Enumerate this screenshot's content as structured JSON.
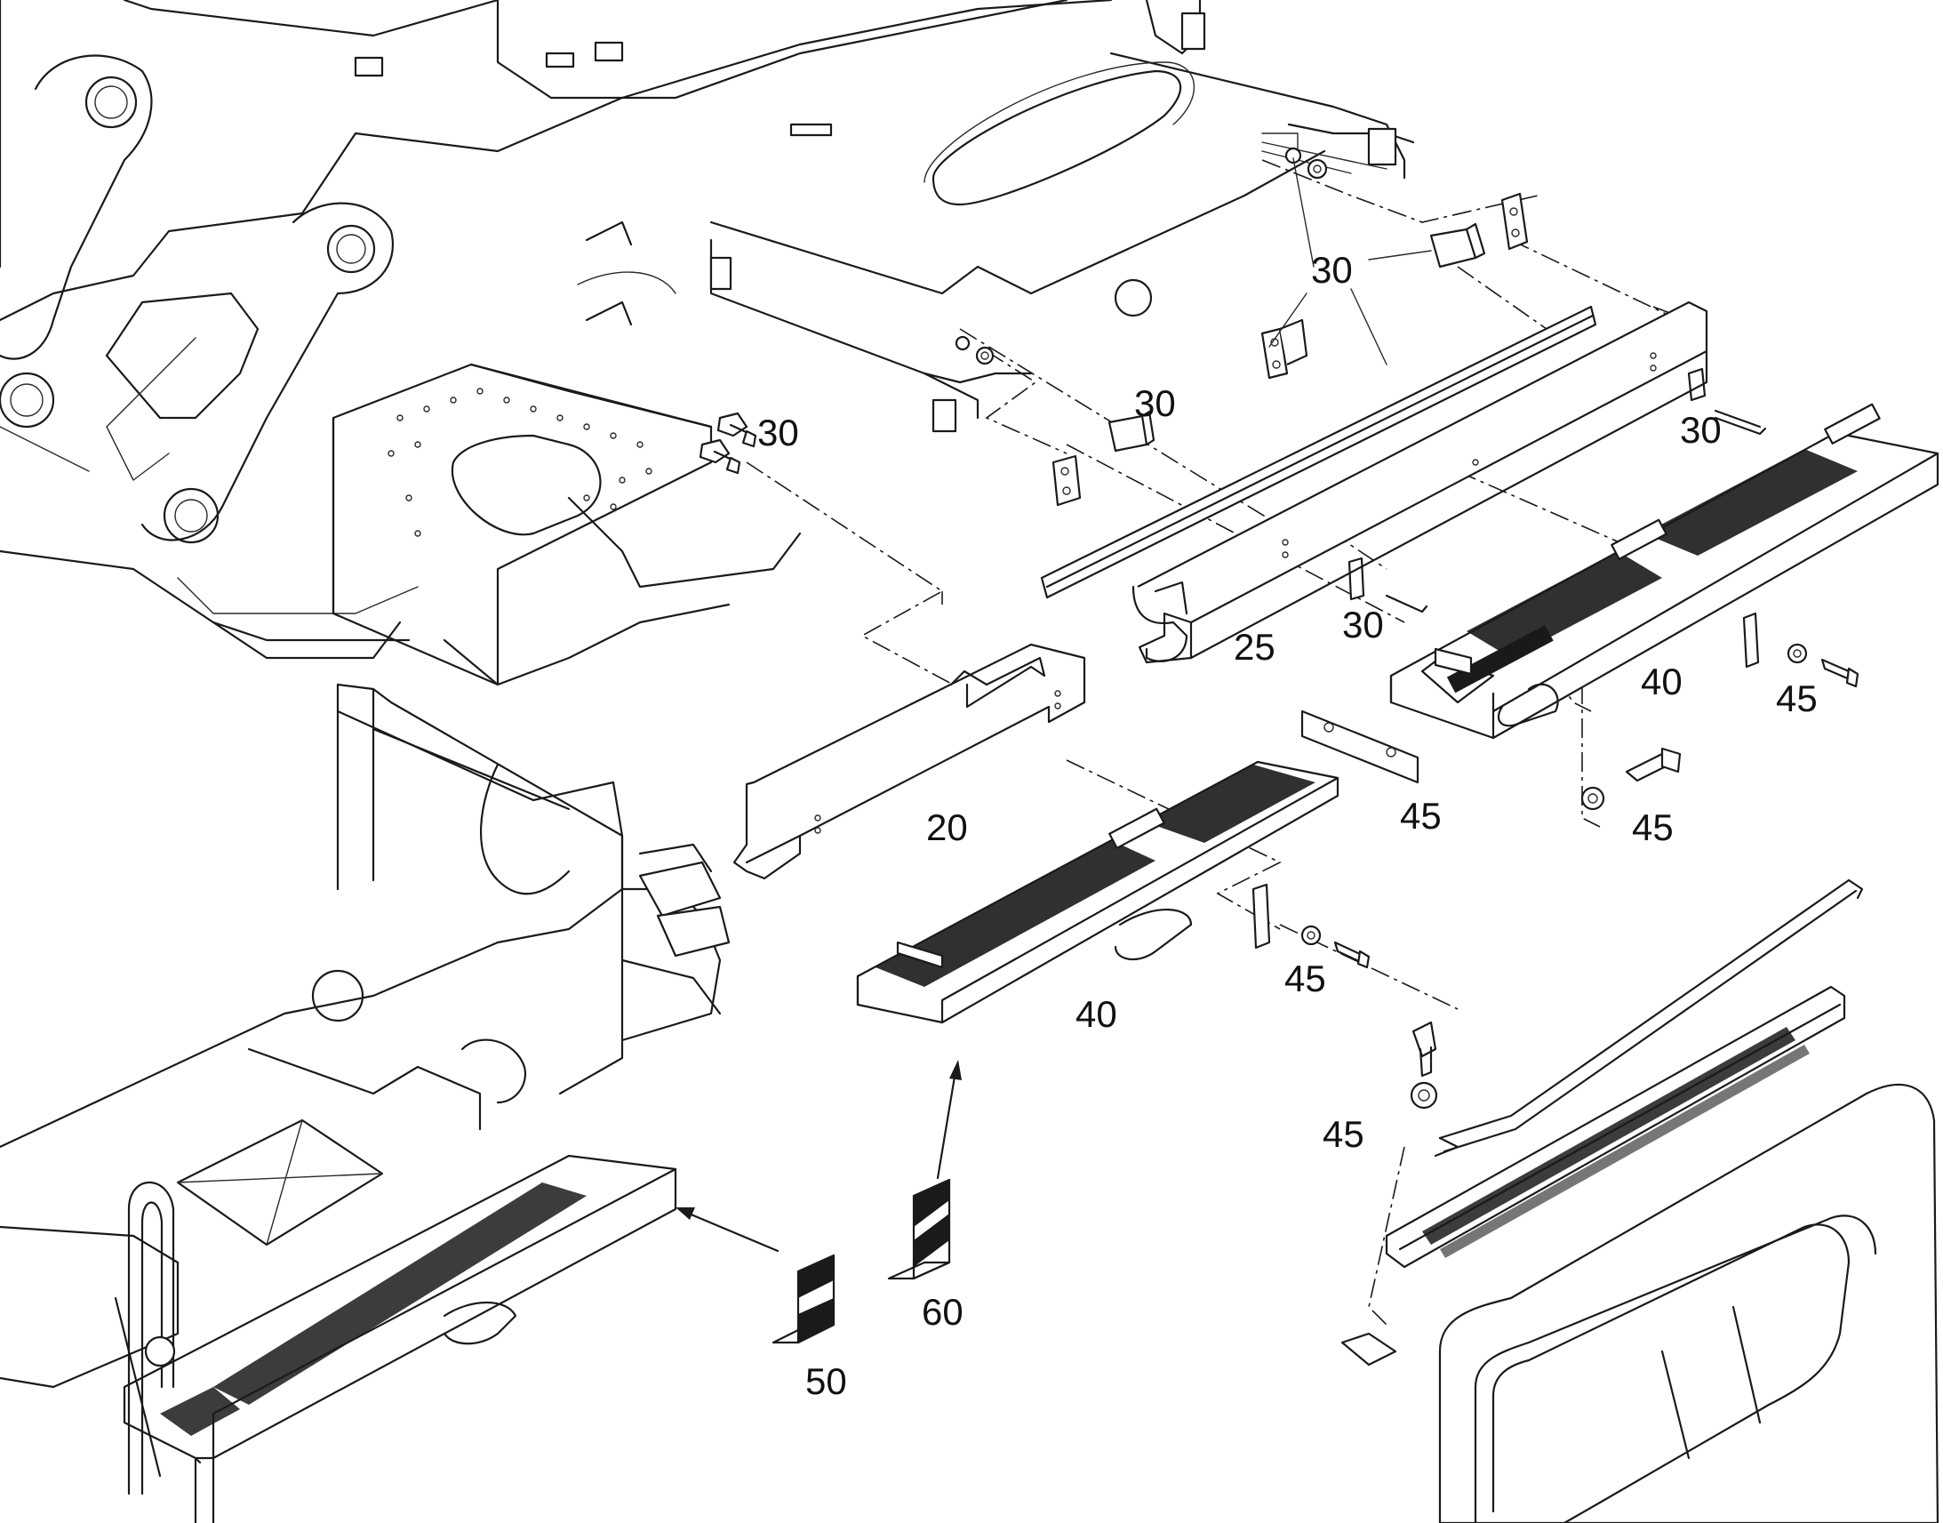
{
  "diagram": {
    "callouts": [
      {
        "id": "c30a",
        "label": "30"
      },
      {
        "id": "c30b",
        "label": "30"
      },
      {
        "id": "c30c",
        "label": "30"
      },
      {
        "id": "c30d",
        "label": "30"
      },
      {
        "id": "c30e",
        "label": "30"
      },
      {
        "id": "c25",
        "label": "25"
      },
      {
        "id": "c40a",
        "label": "40"
      },
      {
        "id": "c45a",
        "label": "45"
      },
      {
        "id": "c45b",
        "label": "45"
      },
      {
        "id": "c45c",
        "label": "45"
      },
      {
        "id": "c20",
        "label": "20"
      },
      {
        "id": "c45d",
        "label": "45"
      },
      {
        "id": "c40b",
        "label": "40"
      },
      {
        "id": "c45e",
        "label": "45"
      },
      {
        "id": "c60",
        "label": "60"
      },
      {
        "id": "c50",
        "label": "50"
      }
    ]
  }
}
